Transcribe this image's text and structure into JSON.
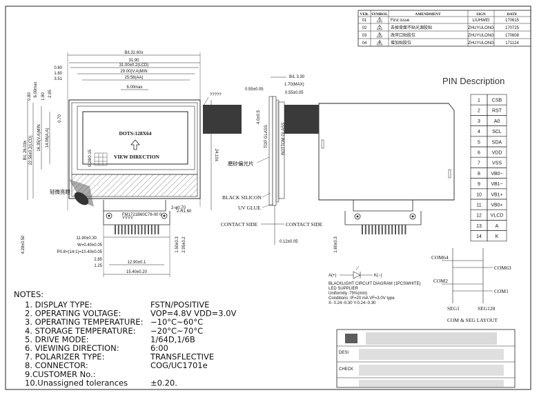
{
  "revision_table": {
    "headers": [
      "VER.",
      "SYMBOL",
      "AMENDMENT",
      "SIGN",
      "DATE"
    ],
    "rows": [
      {
        "ver": "01",
        "symbol": "1",
        "amendment": "First issue",
        "sign": "LIUHWEI",
        "date": "170615"
      },
      {
        "ver": "02",
        "symbol": "2",
        "amendment": "去掉背面不贴光源胶贴",
        "sign": "ZHUYULONG",
        "date": "170725"
      },
      {
        "ver": "03",
        "symbol": "3",
        "amendment": "改岸口贴胶位",
        "sign": "ZHUYULONG",
        "date": "170808"
      },
      {
        "ver": "04",
        "symbol": "4",
        "amendment": "增加贴胶位",
        "sign": "ZHUYULONG",
        "date": "171124"
      }
    ]
  },
  "front_view": {
    "dims_top": [
      "B/L32.60±",
      "31.90",
      "31.00±0.2(LCD)",
      "29.00(V.A)MIN",
      "25.58(AA)",
      "6.00max"
    ],
    "dims_left_top": [
      "0.80",
      "1.80",
      "3.51"
    ],
    "dims_left_vert": [
      "B/L 26.03±",
      "22.56±0.2(LCD)",
      "16.35(V.A)MIN",
      "14.06(A.A)",
      "0.70",
      "0.80",
      "1.80",
      "2.95",
      "6.00max"
    ],
    "dim_right": "24.10±",
    "question_marks": "?????",
    "dots": "DOTS:128X64",
    "view_direction": "VIEW DIRECTION",
    "pixel_note": "0.28/0.15",
    "light_label": "轻微亮眼",
    "fpc_code": "FM1721B60C76-00 0",
    "fpc_code2": "YYYY",
    "dims_right_small": [
      "2-φ0.70",
      "2-R1.60"
    ],
    "dims_bottom": [
      "11.90±0.30",
      "W=0.40±0.05",
      "P0.8×(14-1)=10.40±0.05",
      "2.85",
      "1.25",
      "12.90±0.1",
      "15.40±0.20"
    ],
    "dim_bottom_left": "4.28±0.50",
    "dims_bottom_right": [
      "1.50±0.3",
      "2.95±0.2"
    ]
  },
  "side_view": {
    "dims": [
      "B/L 3.30",
      "1.70(MAX)",
      "0.55±0.05",
      "0.55±0.05",
      "4.0±0.5",
      "0.12±0.05"
    ],
    "top_glass": "TOP GLASS",
    "bottom_glass": "BOTTOM GLASS",
    "polarizer": "磨砂偏光片",
    "black_silicon": "BLACK SILICON",
    "uv_glue": "UV GLUE",
    "contact_left": "CONTACT SIDE",
    "contact_right": "CONTACT SIDE"
  },
  "back_view": {
    "dim_left": "1.60±0.3"
  },
  "pin_description": {
    "title": "PIN Description",
    "pins": [
      {
        "num": "1",
        "name": "CSB"
      },
      {
        "num": "2",
        "name": "RST"
      },
      {
        "num": "3",
        "name": "A0"
      },
      {
        "num": "4",
        "name": "SCL"
      },
      {
        "num": "5",
        "name": "SDA"
      },
      {
        "num": "6",
        "name": "VDD"
      },
      {
        "num": "7",
        "name": "VSS"
      },
      {
        "num": "8",
        "name": "VB0−"
      },
      {
        "num": "9",
        "name": "VB1−"
      },
      {
        "num": "10",
        "name": "VB1+"
      },
      {
        "num": "11",
        "name": "VB0+"
      },
      {
        "num": "12",
        "name": "VLCD"
      },
      {
        "num": "13",
        "name": "A"
      },
      {
        "num": "14",
        "name": "K"
      }
    ]
  },
  "com_seg": {
    "labels": [
      "COM64",
      "COM63",
      "COM2",
      "COM1",
      "SEG1",
      "SEG128"
    ],
    "title": "COM & SEG  LAYOUT"
  },
  "backlight": {
    "anode": "A(+)",
    "cathode": "K(−)",
    "lines": [
      "BLACKLIGHT CIRCUIT DIAGRAM (1PCSWHITE)",
      "LED  SUPPLIER",
      "Uniformity :75%(min)",
      "Conditions :IF=20 mA VF=3.0V type",
      "X- 0.24−0.30  Y-0.24−0.30"
    ]
  },
  "notes": {
    "title": "NOTES:",
    "items": [
      {
        "label": "1. DISPLAY TYPE:",
        "value": "FSTN/POSITIVE"
      },
      {
        "label": "2. OPERATING VOLTAGE:",
        "value": "VOP=4.8V VDD=3.0V"
      },
      {
        "label": "3. OPERATING TEMPERATURE:",
        "value": "−10°C~60°C"
      },
      {
        "label": "4. STORAGE TEMPERATURE:",
        "value": "−20°C~70°C"
      },
      {
        "label": "5. DRIVE MODE:",
        "value": "1/64D,1/6B"
      },
      {
        "label": "6. VIEWING DIRECTION:",
        "value": "6:00"
      },
      {
        "label": "7. POLARIZER TYPE:",
        "value": "TRANSFLECTIVE"
      },
      {
        "label": "8. CONNECTOR:",
        "value": "COG/UC1701e"
      },
      {
        "label": "9.CUSTOMER No.:",
        "value": ""
      },
      {
        "label": "10.Unassigned tolerances",
        "value": "±0.20."
      }
    ]
  },
  "title_block": {
    "design_label": "DESI",
    "check_label": "CHECK"
  }
}
